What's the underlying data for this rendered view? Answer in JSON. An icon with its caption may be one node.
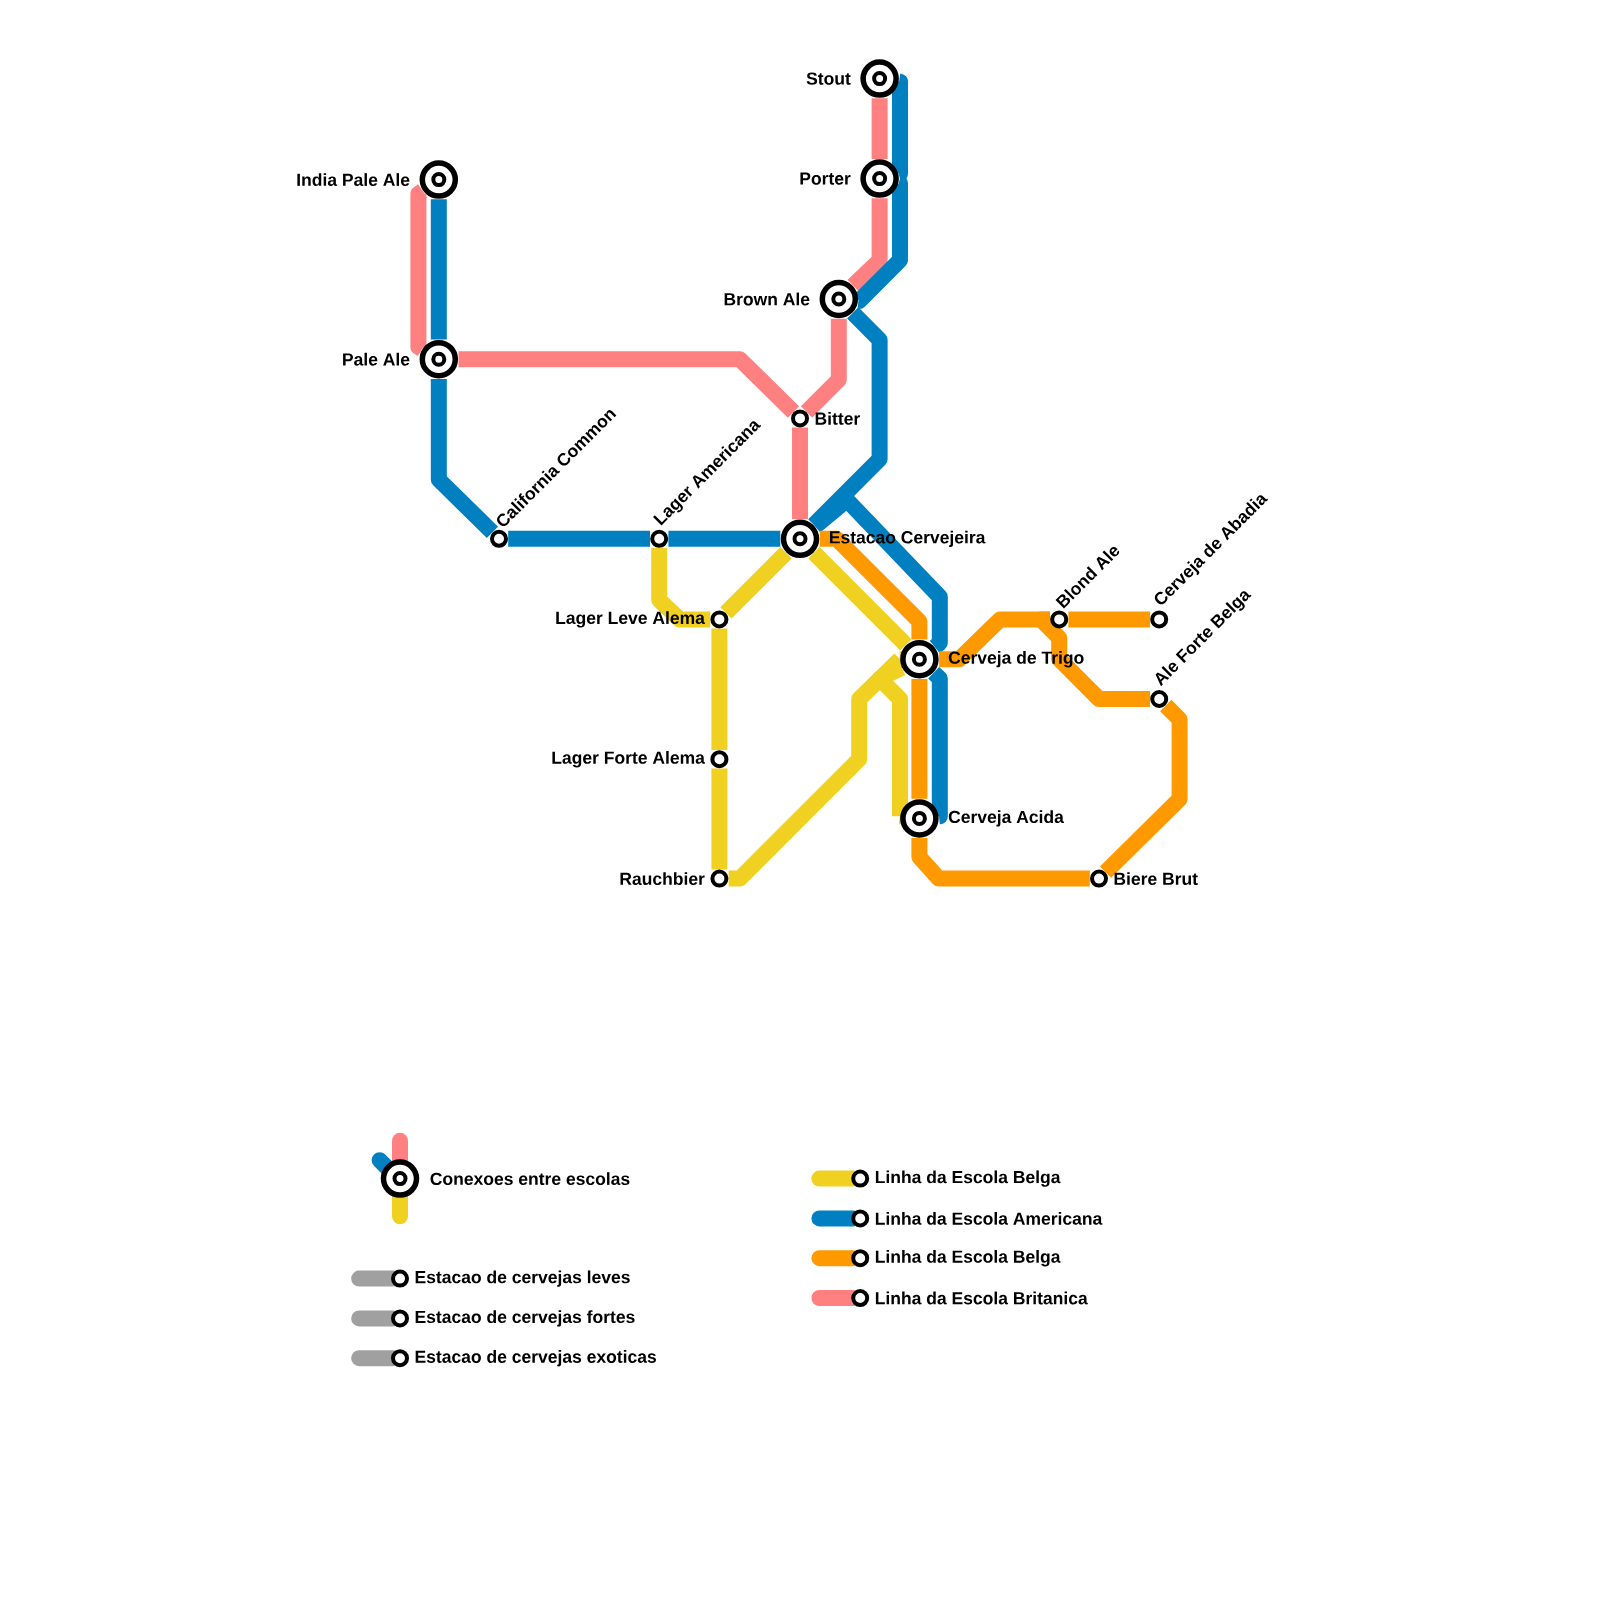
{
  "diagram": {
    "nodes": [
      {
        "text": [
          "Stout"
        ]
      },
      {
        "text": [
          "Porter"
        ]
      },
      {
        "text": [
          "India Pale Ale"
        ]
      },
      {
        "text": [
          "Brown Ale"
        ]
      },
      {
        "text": [
          "Pale Ale"
        ]
      },
      {
        "text": [
          "Bitter"
        ]
      },
      {
        "text": [
          "California Common"
        ]
      },
      {
        "text": [
          "Lager Americana"
        ]
      },
      {
        "text": [
          "Estacao Cervejeira"
        ]
      },
      {
        "text": [
          "Lager Leve Alema"
        ]
      },
      {
        "text": [
          "Blond Ale"
        ]
      },
      {
        "text": [
          "Cerveja de Abadia"
        ]
      },
      {
        "text": [
          "Cerveja de Trigo"
        ]
      },
      {
        "text": [
          "Ale Forte Belga"
        ]
      },
      {
        "text": [
          "Lager Forte Alema"
        ]
      },
      {
        "text": [
          "Cerveja Acida"
        ]
      },
      {
        "text": [
          "Rauchbier"
        ]
      },
      {
        "text": [
          "Biere Brut"
        ]
      }
    ],
    "edges": [
      {
        "from": 0,
        "to": 1,
        "arrow": "none",
        "color": "#ff8080"
      },
      {
        "from": 1,
        "to": 3,
        "arrow": "none",
        "color": "#ff8080"
      },
      {
        "from": 2,
        "to": 4,
        "arrow": "none",
        "color": "#ff8080"
      },
      {
        "from": 4,
        "to": 5,
        "arrow": "none",
        "color": "#ff8080"
      },
      {
        "from": 3,
        "to": 5,
        "arrow": "none",
        "color": "#ff8080"
      },
      {
        "from": 5,
        "to": 8,
        "arrow": "none",
        "color": "#ff8080"
      },
      {
        "from": 0,
        "to": 1,
        "arrow": "none"
      },
      {
        "from": 1,
        "to": 3,
        "arrow": "none"
      },
      {
        "from": 2,
        "to": 4,
        "arrow": "none"
      },
      {
        "from": 4,
        "to": 6,
        "arrow": "none"
      },
      {
        "from": 6,
        "to": 7,
        "arrow": "none"
      },
      {
        "from": 7,
        "to": 8,
        "arrow": "none"
      },
      {
        "from": 3,
        "to": 8,
        "arrow": "none"
      },
      {
        "from": 8,
        "to": 12,
        "arrow": "none"
      },
      {
        "from": 12,
        "to": 15,
        "arrow": "none"
      },
      {
        "from": 8,
        "to": 12,
        "arrow": "none",
        "color": "#ff9900"
      },
      {
        "from": 12,
        "to": 15,
        "arrow": "none",
        "color": "#ff9900"
      },
      {
        "from": 12,
        "to": 10,
        "arrow": "none",
        "color": "#ff9900"
      },
      {
        "from": 10,
        "to": 11,
        "arrow": "none",
        "color": "#ff9900"
      },
      {
        "from": 10,
        "to": 13,
        "arrow": "none",
        "color": "#ff9900"
      },
      {
        "from": 13,
        "to": 17,
        "arrow": "none",
        "color": "#ff9900"
      },
      {
        "from": 15,
        "to": 17,
        "arrow": "none",
        "color": "#ff9900"
      },
      {
        "from": 7,
        "to": 9,
        "arrow": "none",
        "color": "#f0d020"
      },
      {
        "from": 9,
        "to": 8,
        "arrow": "none",
        "color": "#f0d020"
      },
      {
        "from": 8,
        "to": 12,
        "arrow": "none",
        "color": "#f0d020"
      },
      {
        "from": 9,
        "to": 14,
        "arrow": "none",
        "color": "#f0d020"
      },
      {
        "from": 14,
        "to": 16,
        "arrow": "none",
        "color": "#f0d020"
      },
      {
        "from": 16,
        "to": 12,
        "arrow": "none",
        "color": "#f0d020"
      },
      {
        "from": 12,
        "to": 15,
        "arrow": "none",
        "color": "#f0d020"
      }
    ],
    "legend": [
      {
        "text": "Conexoes entre escolas"
      },
      {
        "text": "Estacao de cervejas leves"
      },
      {
        "text": "Estacao de cervejas fortes"
      },
      {
        "text": "Estacao de cervejas exoticas"
      },
      {
        "text": "Linha da Escola Belga",
        "color": "#f0d020"
      },
      {
        "text": "Linha da Escola Americana",
        "color": "#0080c0"
      },
      {
        "text": "Linha da Escola Belga",
        "color": "#ff9900"
      },
      {
        "text": "Linha da Escola Britanica",
        "color": "#ff8080"
      }
    ]
  }
}
